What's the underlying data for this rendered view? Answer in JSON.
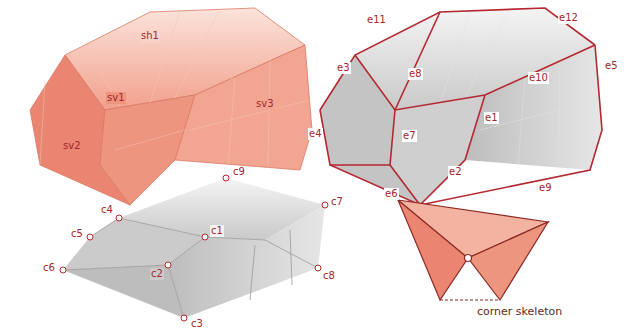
{
  "diagram": {
    "labels": [
      "sh1",
      "sv1",
      "sv2",
      "sv3",
      "e11",
      "e12",
      "e3",
      "e8",
      "e10",
      "e5",
      "e4",
      "e7",
      "e1",
      "e2",
      "e6",
      "e9",
      "c9",
      "c4",
      "c7",
      "c5",
      "c1",
      "c6",
      "c2",
      "c8",
      "c3",
      "corner skeleton"
    ]
  }
}
